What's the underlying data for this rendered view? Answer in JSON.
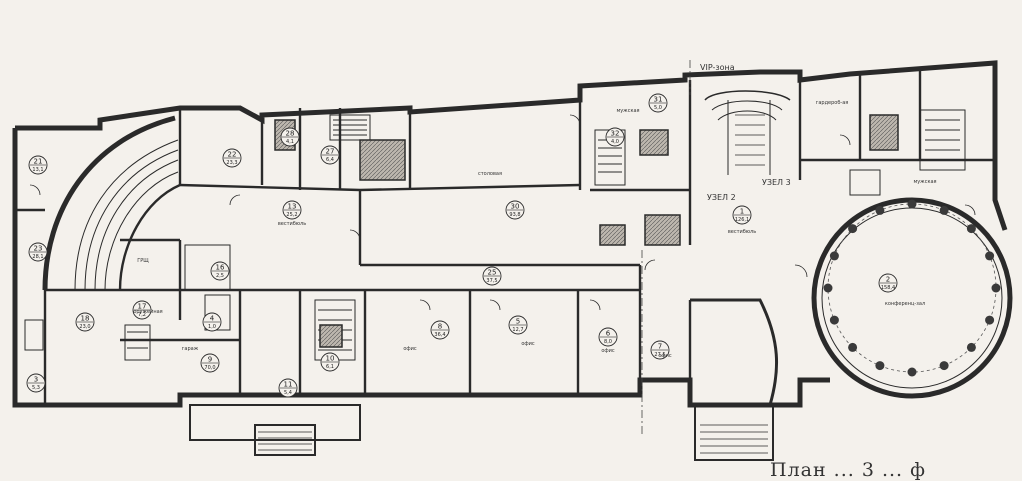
{
  "caption": "План ... 3 ... ф",
  "labels": {
    "vent": "VIP-зона",
    "node2": "УЗЕЛ 2",
    "node3": "УЗЕЛ 3",
    "vestibule": "вестибюль",
    "hall": "гардероб",
    "rotunda": "конференц-зал"
  },
  "room_labels": [
    "вестибюль",
    "столовая",
    "вестибюль",
    "гардероб-ая",
    "мужская",
    "мужская",
    "конференц-зал",
    "офис",
    "офис",
    "офис",
    "гараж",
    "оружейная",
    "ГРЩ",
    "офис"
  ],
  "rooms": [
    {
      "num": "21",
      "area": "13,1"
    },
    {
      "num": "22",
      "area": "23,3"
    },
    {
      "num": "18",
      "area": "23,0"
    },
    {
      "num": "23",
      "area": "28,1"
    },
    {
      "num": "27",
      "area": "6,4"
    },
    {
      "num": "28",
      "area": "4,1"
    },
    {
      "num": "13",
      "area": "25,2"
    },
    {
      "num": "30",
      "area": "93,8"
    },
    {
      "num": "31",
      "area": "5,0"
    },
    {
      "num": "32",
      "area": "4,0"
    },
    {
      "num": "1",
      "area": "126,1"
    },
    {
      "num": "2",
      "area": "158,4"
    },
    {
      "num": "5",
      "area": "12,7"
    },
    {
      "num": "6",
      "area": "8,0"
    },
    {
      "num": "7",
      "area": "27,5"
    },
    {
      "num": "8",
      "area": "36,4"
    },
    {
      "num": "9",
      "area": "70,0"
    },
    {
      "num": "10",
      "area": "6,1"
    },
    {
      "num": "11",
      "area": "5,4"
    },
    {
      "num": "16",
      "area": "2,5"
    },
    {
      "num": "25",
      "area": "37,5"
    },
    {
      "num": "17",
      "area": "7,2"
    },
    {
      "num": "4",
      "area": "1,0"
    },
    {
      "num": "3",
      "area": "5,3"
    }
  ],
  "colors": {
    "wall": "#2a2a2a",
    "fill": "#e4e0da",
    "paper": "#f4f1ec",
    "dark": "#3a3a3a"
  }
}
